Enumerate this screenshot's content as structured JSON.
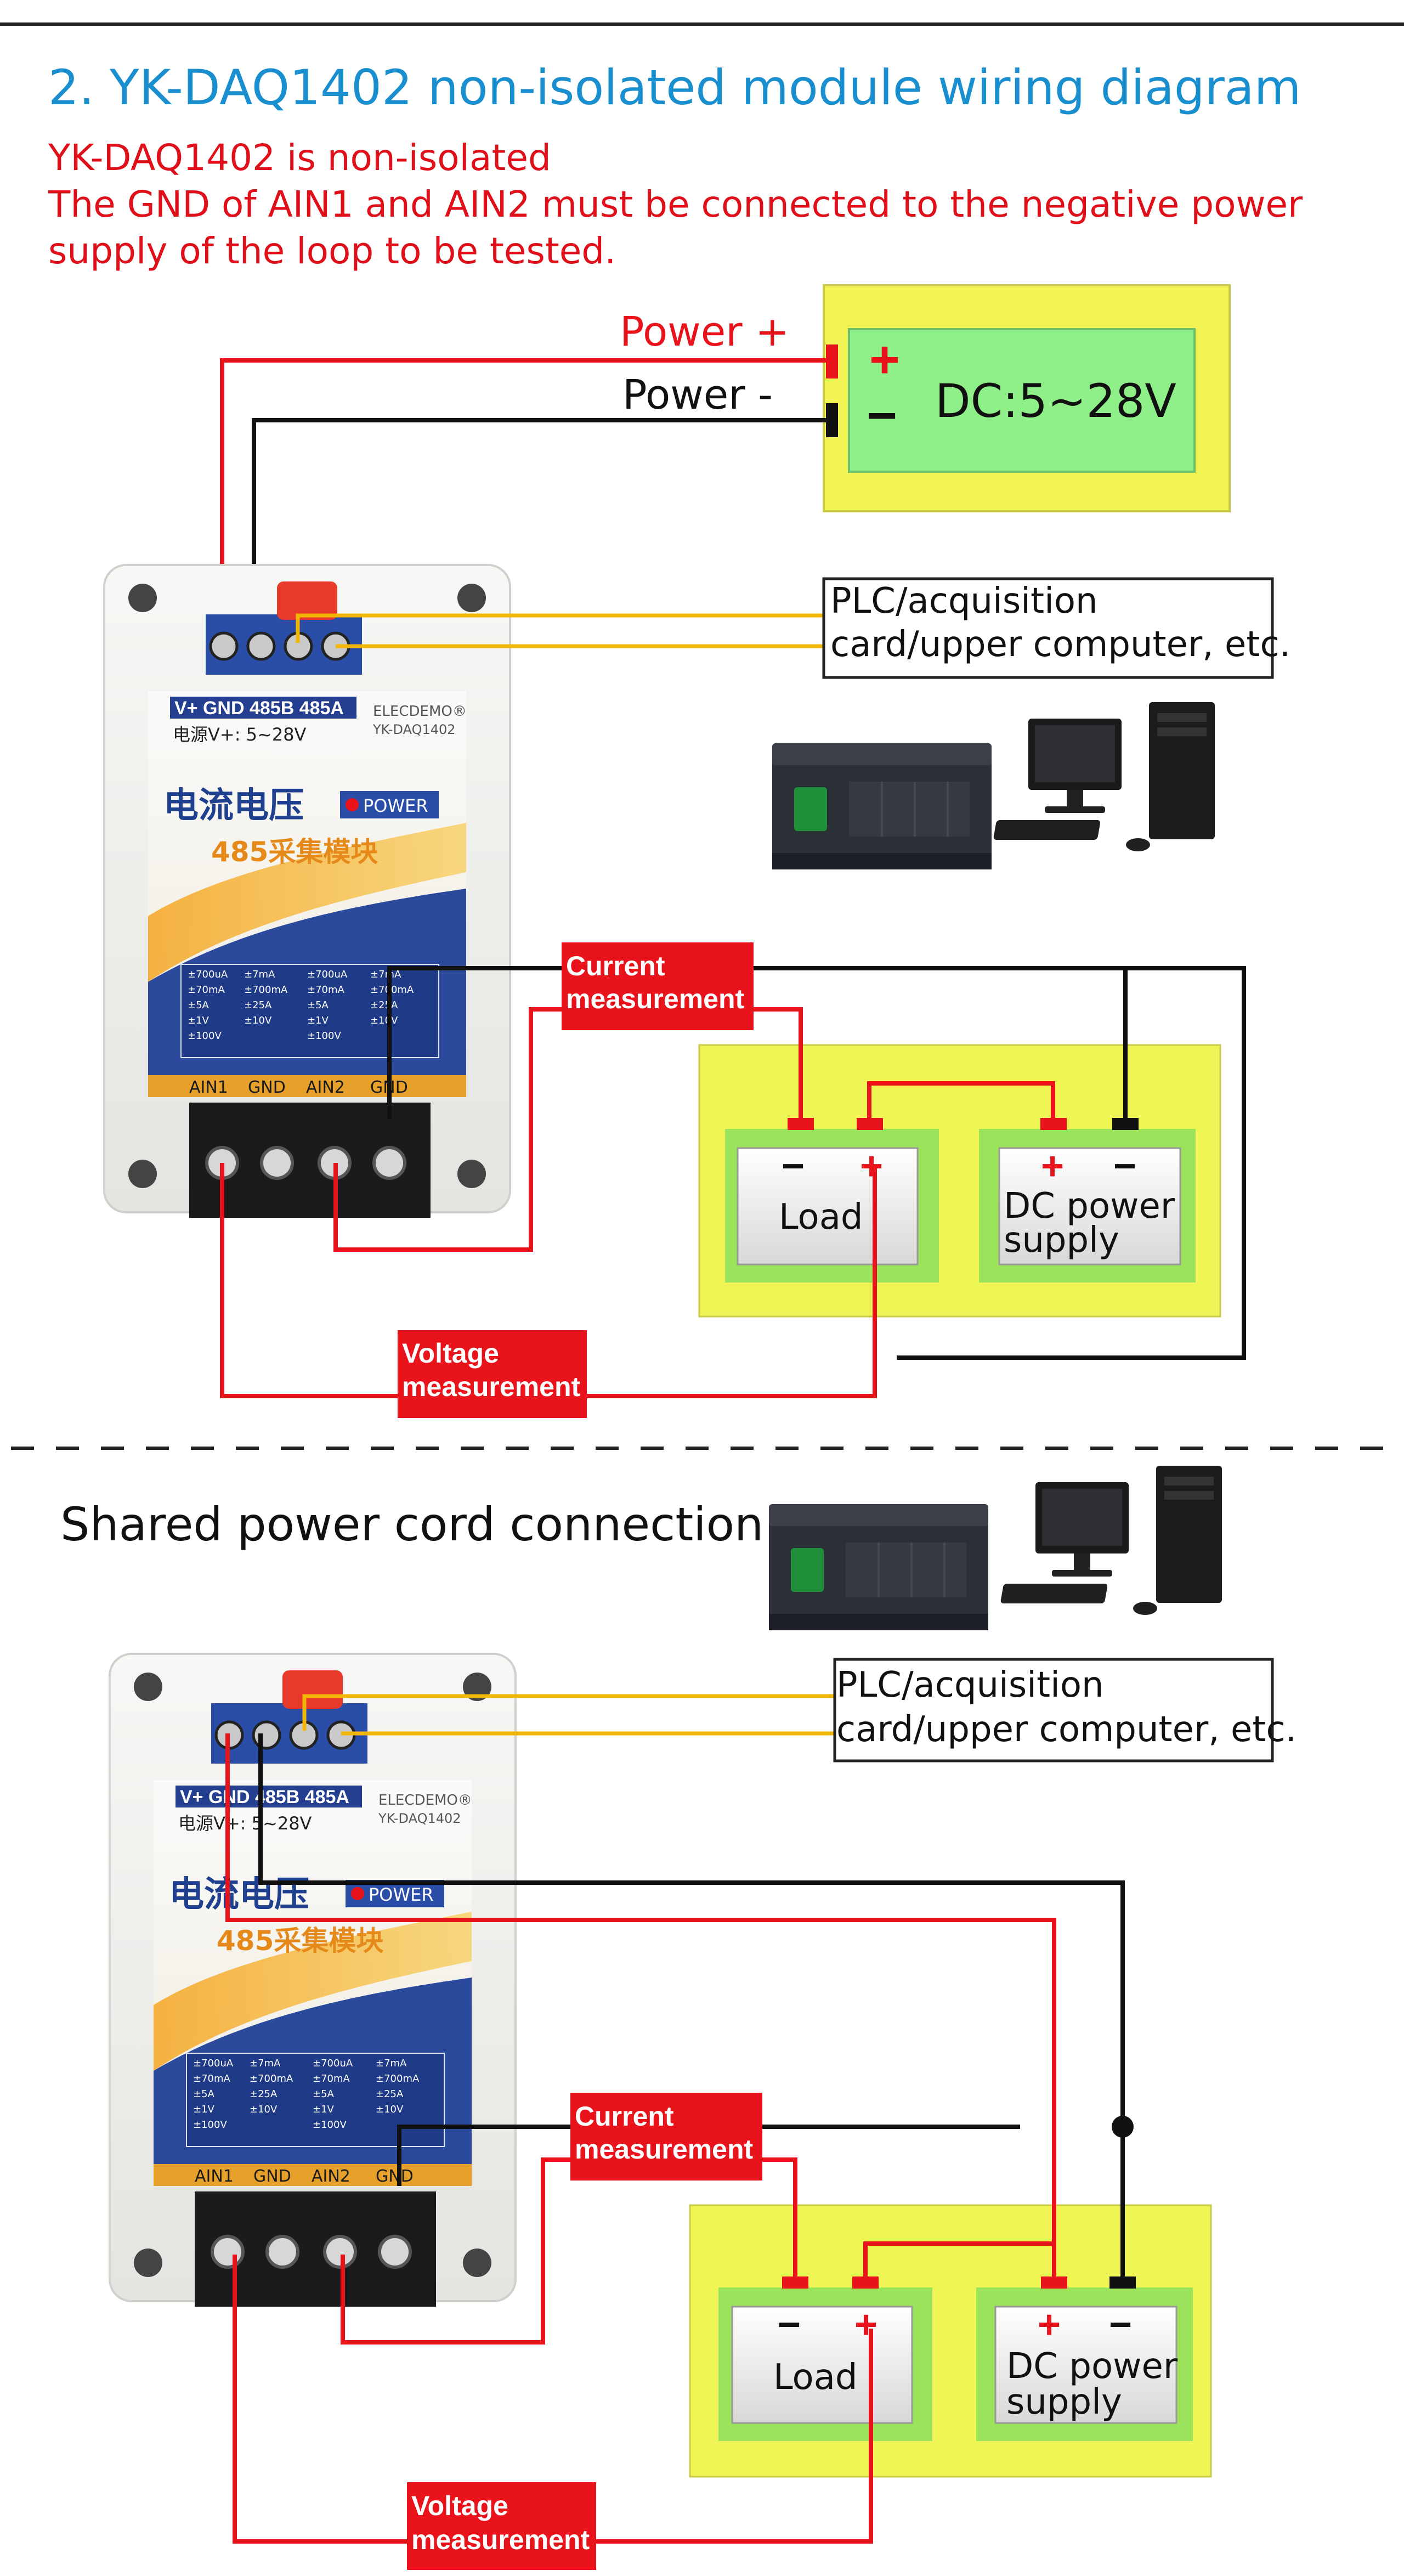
{
  "header": {
    "title": "2. YK-DAQ1402 non-isolated module wiring diagram",
    "note_line1": "YK-DAQ1402 is non-isolated",
    "note_line2": "The GND of AIN1 and AIN2 must be connected to the negative power",
    "note_line3": "supply of the loop to be tested."
  },
  "colors": {
    "title": "#1a8fd0",
    "note": "#e0101a",
    "wire_red": "#e8131b",
    "wire_black": "#111111",
    "wire_yellow": "#f2b705",
    "psu_outer": "#f2f455",
    "psu_inner": "#8ff08a",
    "label_red": "#e8131b",
    "panel_yellow": "#f0f556",
    "panel_green": "#9be35a"
  },
  "top": {
    "power_plus_label": "Power +",
    "power_minus_label": "Power -",
    "psu_text": "DC:5~28V",
    "psu_plus": "+",
    "psu_minus": "−",
    "plc_line1": "PLC/acquisition",
    "plc_line2": "card/upper computer, etc.",
    "current_l1": "Current",
    "current_l2": "measurement",
    "voltage_l1": "Voltage",
    "voltage_l2": "measurement",
    "load_label": "Load",
    "dc_l1": "DC power",
    "dc_l2": "supply",
    "minus": "−",
    "plus": "+"
  },
  "bottom": {
    "section_title": "Shared power cord connection",
    "plc_line1": "PLC/acquisition",
    "plc_line2": "card/upper computer, etc.",
    "current_l1": "Current",
    "current_l2": "measurement",
    "voltage_l1": "Voltage",
    "voltage_l2": "measurement",
    "load_label": "Load",
    "dc_l1": "DC power",
    "dc_l2": "supply",
    "minus": "−",
    "plus": "+"
  },
  "module": {
    "top_terminal_labels": "V+ GND 485B 485A",
    "power_spec": "电源V+: 5~28V",
    "brand": "ELECDEMO®",
    "model": "YK-DAQ1402",
    "name_zh": "电流电压",
    "sub_zh": "485采集模块",
    "power_badge": "POWER",
    "bottom_terminal_labels": [
      "AIN1",
      "GND",
      "AIN2",
      "GND"
    ],
    "ranges_left": [
      "±700uA",
      "±70mA",
      "±5A",
      "±1V",
      "±100V"
    ],
    "ranges_mid": [
      "±7mA",
      "±700mA",
      "±25A",
      "±10V"
    ],
    "ranges_right": [
      "±700uA",
      "±70mA",
      "±5A",
      "±1V",
      "±100V"
    ],
    "ranges_far": [
      "±7mA",
      "±700mA",
      "±25A",
      "±10V"
    ]
  }
}
